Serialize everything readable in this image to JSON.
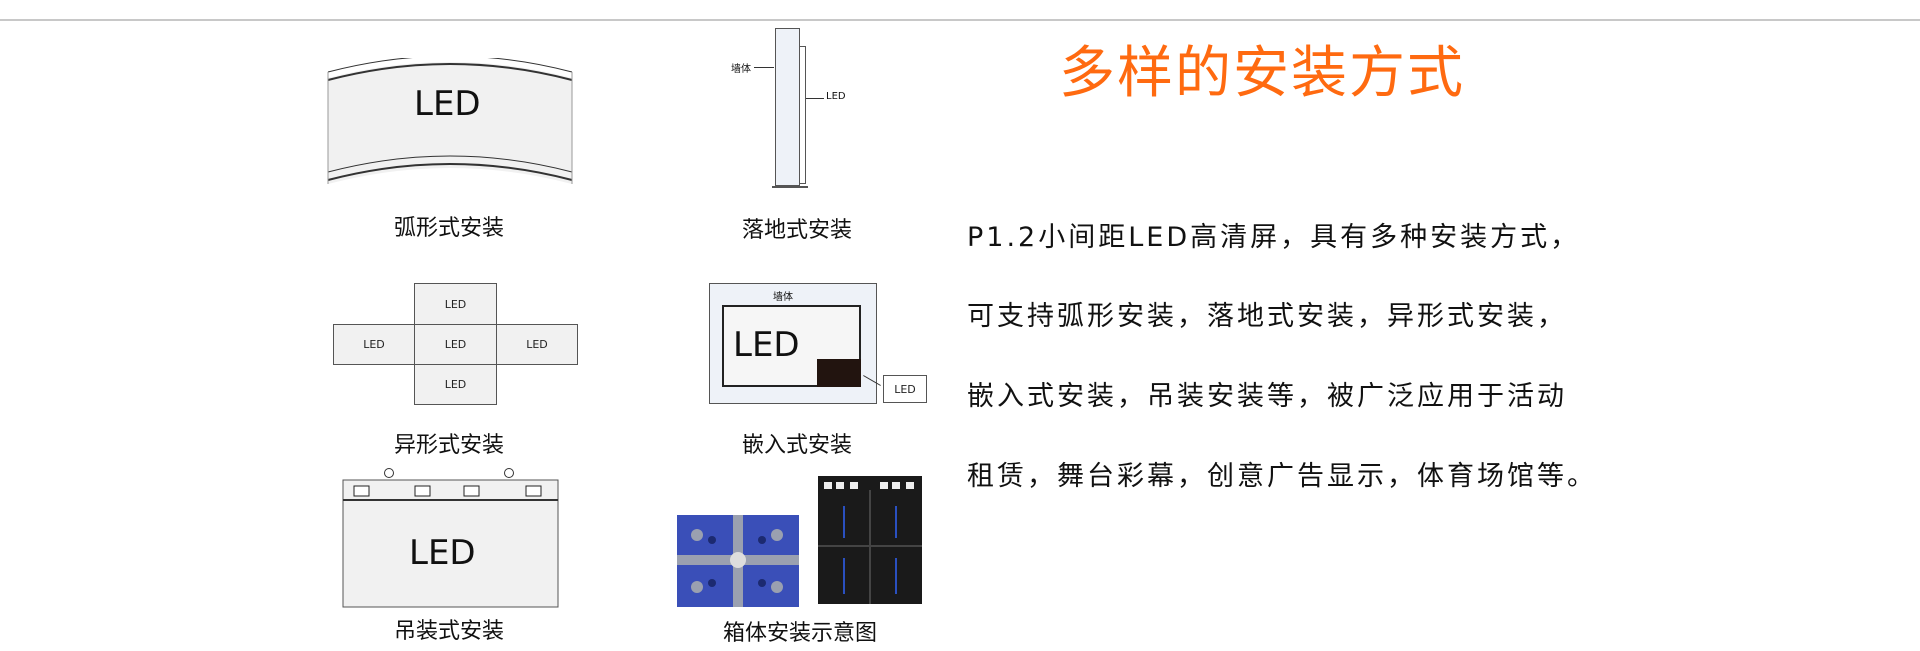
{
  "title": "多样的安装方式",
  "description_lines": [
    "P1.2小间距LED高清屏，具有多种安装方式，",
    "可支持弧形安装，落地式安装，异形式安装，",
    "嵌入式安装，吊装安装等，被广泛应用于活动",
    "租赁，舞台彩幕，创意广告显示，体育场馆等。"
  ],
  "diagrams": {
    "arc": {
      "caption": "弧形式安装",
      "screen": "LED"
    },
    "floor": {
      "caption": "落地式安装",
      "wall": "墙体",
      "screen": "LED"
    },
    "shaped": {
      "caption": "异形式安装",
      "panels": [
        "LED",
        "LED",
        "LED",
        "LED",
        "LED"
      ]
    },
    "embedded": {
      "caption": "嵌入式安装",
      "wall": "墙体",
      "screen": "LED",
      "callout": "LED"
    },
    "hanging": {
      "caption": "吊装式安装",
      "screen": "LED"
    },
    "cabinet": {
      "caption": "箱体安装示意图"
    }
  },
  "colors": {
    "title": "#ff6a10",
    "panel": "#f1f1f1",
    "cabinet_blue": "#3a4fb8",
    "cabinet_black": "#1a1a1a"
  }
}
